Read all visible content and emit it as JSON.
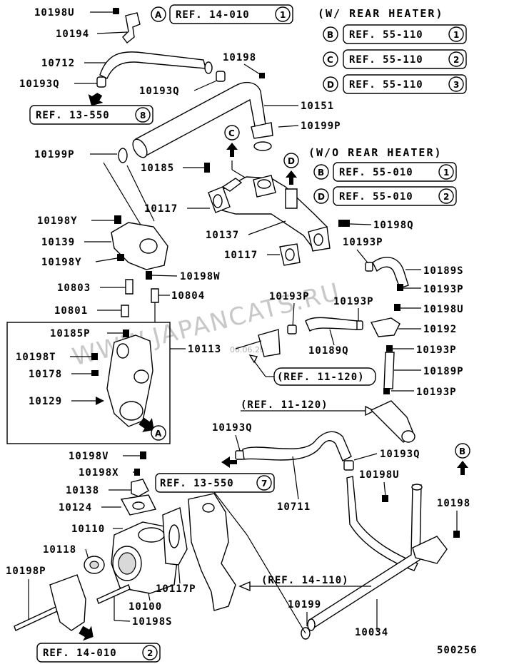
{
  "watermark": "WWW.JAPANCATS.RU",
  "watermark_date": "06.06.2012",
  "diagram_id": "500256",
  "headers": {
    "with_rear_heater": "(W/ REAR HEATER)",
    "without_rear_heater": "(W/O REAR HEATER)"
  },
  "refs": {
    "ref_14_010_1": "REF. 14-010",
    "ref_14_010_1_num": "1",
    "ref_55_110_1": "REF. 55-110",
    "ref_55_110_1_num": "1",
    "ref_55_110_2": "REF. 55-110",
    "ref_55_110_2_num": "2",
    "ref_55_110_3": "REF. 55-110",
    "ref_55_110_3_num": "3",
    "ref_13_550_8": "REF. 13-550",
    "ref_13_550_8_num": "8",
    "ref_55_010_1": "REF. 55-010",
    "ref_55_010_1_num": "1",
    "ref_55_010_2": "REF. 55-010",
    "ref_55_010_2_num": "2",
    "ref_11_120_a": "(REF. 11-120)",
    "ref_11_120_b": "(REF. 11-120)",
    "ref_13_550_7": "REF. 13-550",
    "ref_13_550_7_num": "7",
    "ref_14_110": "(REF. 14-110)",
    "ref_14_010_2": "REF. 14-010",
    "ref_14_010_2_num": "2"
  },
  "markers": {
    "A": "A",
    "B": "B",
    "C": "C",
    "D": "D"
  },
  "parts": {
    "p10198U_top": "10198U",
    "p10194": "10194",
    "p10712": "10712",
    "p10193Q_left": "10193Q",
    "p10198_top": "10198",
    "p10193Q_mid": "10193Q",
    "p10151": "10151",
    "p10199P_right": "10199P",
    "p10199P_left": "10199P",
    "p10185": "10185",
    "p10117_a": "10117",
    "p10137": "10137",
    "p10198Q": "10198Q",
    "p10117_b": "10117",
    "p10198Y_a": "10198Y",
    "p10139": "10139",
    "p10198Y_b": "10198Y",
    "p10198W": "10198W",
    "p10803": "10803",
    "p10804": "10804",
    "p10801": "10801",
    "p10185P": "10185P",
    "p10113": "10113",
    "p10198T": "10198T",
    "p10178": "10178",
    "p10129": "10129",
    "p10193P_a": "10193P",
    "p10189S": "10189S",
    "p10193P_b": "10193P",
    "p10193P_c": "10193P",
    "p10193P_d": "10193P",
    "p10198U_mid": "10198U",
    "p10192": "10192",
    "p10189Q": "10189Q",
    "p10193P_e": "10193P",
    "p10189P": "10189P",
    "p10193P_f": "10193P",
    "p10193Q_low": "10193Q",
    "p10193Q_low2": "10193Q",
    "p10198V": "10198V",
    "p10198X": "10198X",
    "p10138": "10138",
    "p10124": "10124",
    "p10110": "10110",
    "p10118": "10118",
    "p10198P": "10198P",
    "p10117P": "10117P",
    "p10100": "10100",
    "p10198S": "10198S",
    "p10711": "10711",
    "p10198U_low": "10198U",
    "p10198_low": "10198",
    "p10199": "10199",
    "p10034": "10034"
  }
}
